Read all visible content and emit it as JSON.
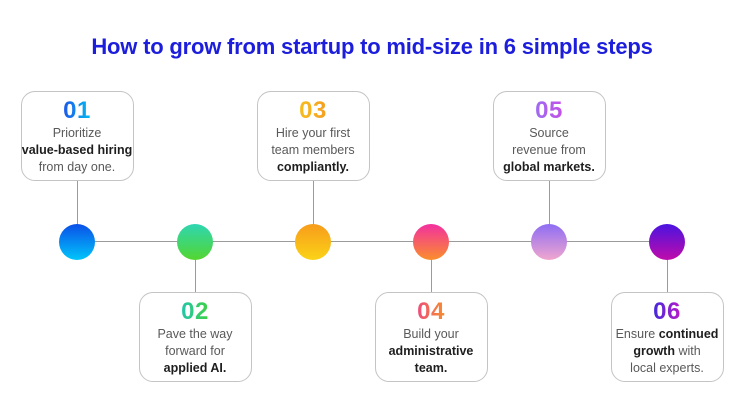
{
  "title": {
    "text": "How to grow from startup to mid-size in 6 simple steps"
  },
  "theme": {
    "background": "#ffffff",
    "title_color": "#1c1edb",
    "line_color": "#9b9b9b",
    "card_border_color": "#c4c4c4",
    "card_background": "#ffffff",
    "body_text_color": "#595959",
    "bold_text_color": "#1e1e1e"
  },
  "steps": [
    {
      "number": "01",
      "position": "above",
      "number_gradient": [
        "#1E56E8",
        "#00BFF3"
      ],
      "dot_gradient": [
        "#0B4FE8",
        "#00C6FA"
      ],
      "lines": [
        [
          {
            "text": "Prioritize",
            "bold": false
          }
        ],
        [
          {
            "text": "value-based hiring",
            "bold": true
          }
        ],
        [
          {
            "text": "from day one.",
            "bold": false
          }
        ]
      ]
    },
    {
      "number": "02",
      "position": "below",
      "number_gradient": [
        "#22C6AC",
        "#3FD141"
      ],
      "dot_gradient": [
        "#2ED6B2",
        "#53D62F"
      ],
      "lines": [
        [
          {
            "text": "Pave the way",
            "bold": false
          }
        ],
        [
          {
            "text": "forward for",
            "bold": false
          }
        ],
        [
          {
            "text": "applied AI.",
            "bold": true
          }
        ]
      ]
    },
    {
      "number": "03",
      "position": "above",
      "number_gradient": [
        "#F7BE1E",
        "#F49E21"
      ],
      "dot_gradient": [
        "#F79C1B",
        "#FBD317"
      ],
      "lines": [
        [
          {
            "text": "Hire your first",
            "bold": false
          }
        ],
        [
          {
            "text": "team members",
            "bold": false
          }
        ],
        [
          {
            "text": "compliantly.",
            "bold": true
          }
        ]
      ]
    },
    {
      "number": "04",
      "position": "below",
      "number_gradient": [
        "#EE4B7E",
        "#F68F2B"
      ],
      "dot_gradient": [
        "#F330A0",
        "#FA8F2B"
      ],
      "lines": [
        [
          {
            "text": "Build your",
            "bold": false
          }
        ],
        [
          {
            "text": "administrative",
            "bold": true
          }
        ],
        [
          {
            "text": "team.",
            "bold": true
          }
        ]
      ]
    },
    {
      "number": "05",
      "position": "above",
      "number_gradient": [
        "#9E6BF0",
        "#C44FE8"
      ],
      "dot_gradient": [
        "#8E6DF4",
        "#F0A6CE"
      ],
      "lines": [
        [
          {
            "text": "Source",
            "bold": false
          }
        ],
        [
          {
            "text": "revenue from",
            "bold": false
          }
        ],
        [
          {
            "text": "global markets.",
            "bold": true
          }
        ]
      ]
    },
    {
      "number": "06",
      "position": "below",
      "number_gradient": [
        "#4229DC",
        "#BC1BC8"
      ],
      "dot_gradient": [
        "#4B14E0",
        "#C00BAB"
      ],
      "lines": [
        [
          {
            "text": "Ensure ",
            "bold": false
          },
          {
            "text": "continued",
            "bold": true
          }
        ],
        [
          {
            "text": "growth",
            "bold": true
          },
          {
            "text": " with",
            "bold": false
          }
        ],
        [
          {
            "text": "local experts.",
            "bold": false
          }
        ]
      ]
    }
  ]
}
